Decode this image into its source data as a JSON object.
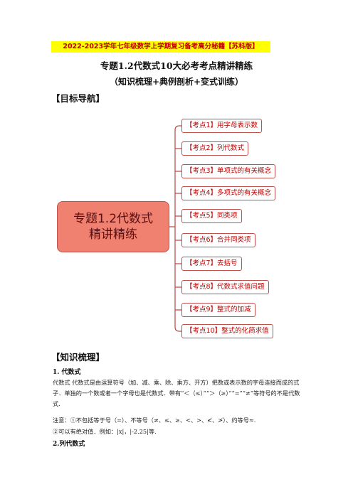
{
  "banner": "2022-2023学年七年级数学上学期复习备考高分秘籍【苏科版】",
  "title": "专题1.2代数式10大必考考点精讲精练",
  "subtitle": "（知识梳理+典例剖析+变式训练）",
  "heading_nav": "【目标导航】",
  "mindmap": {
    "center_line1": "专题1.2代数式",
    "center_line2": "精讲精练",
    "nodes": [
      "【考点1】用字母表示数",
      "【考点2】列代数式",
      "【考点3】单项式的有关概念",
      "【考点4】多项式的有关概念",
      "【考点5】同类项",
      "【考点6】合并同类项",
      "【考点7】去括号",
      "【考点8】代数式求值问题",
      "【考点9】整式的加减",
      "【考点10】整式的化简求值"
    ]
  },
  "heading_knowledge": "【知识梳理】",
  "section1_title": "1.  代数式",
  "section1_p1": "代数式  代数式是由运算符号（加、减、乘、除、乘方、开方）把数或表示数的字母连接而成的式子．单独的一个数或者一个字母也是代数式．带有“＜（≤）”“＞（≥）”“=”“≠”等符号的不是代数式.",
  "section1_p2": "注意：①不包括等于号（=）、不等号（≠、≤、≥、<、>、≮、≯）、约等号≈.",
  "section1_p3": "②可以有绝对值．例如：|x|，|-2.25|等.",
  "section2_title": "2.列代数式"
}
